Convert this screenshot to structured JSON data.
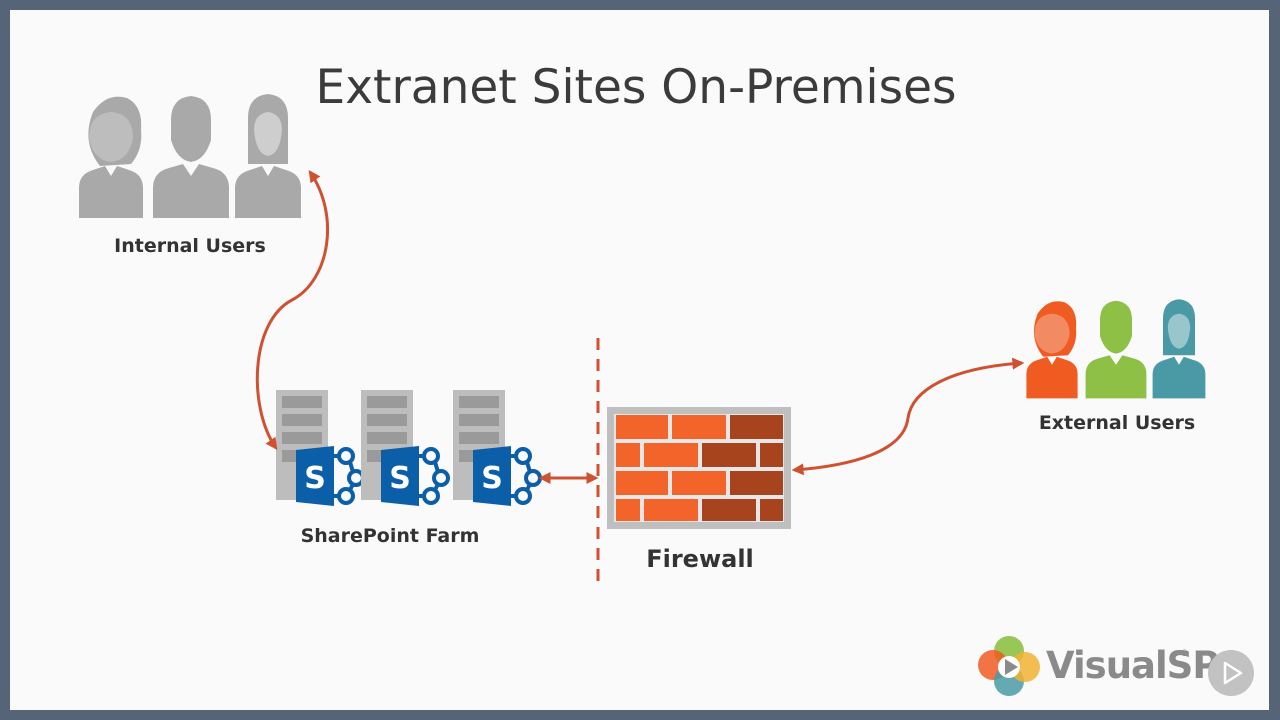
{
  "slide": {
    "title": "Extranet Sites On-Premises"
  },
  "nodes": {
    "internal_users": "Internal Users",
    "sharepoint_farm": "SharePoint Farm",
    "firewall": "Firewall",
    "external_users": "External Users"
  },
  "server_letter": "S",
  "brand": {
    "name": "VisualSP",
    "registered": "®"
  },
  "colors": {
    "frame": "#566478",
    "background": "#fafafa",
    "user_gray": "#a9a9a9",
    "server_gray": "#bdbdbd",
    "sharepoint_blue": "#0b5ea8",
    "arrow_orange": "#cf5131",
    "firewall_light": "#f2642a",
    "firewall_dark": "#a8441d",
    "external_orange": "#f05b22",
    "external_green": "#8dc045",
    "external_teal": "#4a9aa6"
  },
  "icons": [
    "user-group-icon",
    "server-icon",
    "sharepoint-icon",
    "firewall-icon",
    "visualsp-logo-icon",
    "play-icon"
  ]
}
